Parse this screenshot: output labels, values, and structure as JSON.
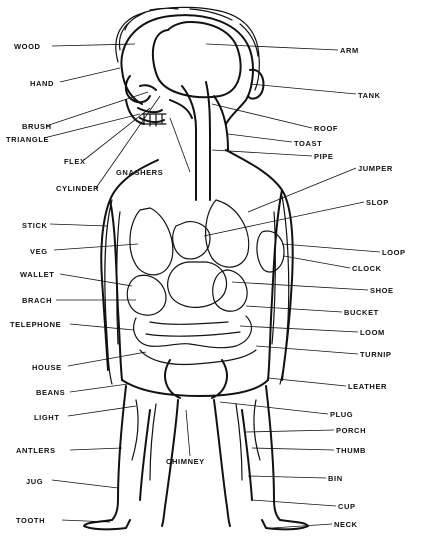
{
  "labels_left": [
    {
      "id": "wood",
      "text": "WOOD"
    },
    {
      "id": "hand",
      "text": "HAND"
    },
    {
      "id": "brush",
      "text": "BRUSH"
    },
    {
      "id": "triangle",
      "text": "TRIANGLE"
    },
    {
      "id": "flex",
      "text": "FLEX"
    },
    {
      "id": "cylinder",
      "text": "CYLINDER"
    },
    {
      "id": "gnashers",
      "text": "GNASHERS"
    },
    {
      "id": "stick",
      "text": "STICK"
    },
    {
      "id": "veg",
      "text": "VEG"
    },
    {
      "id": "wallet",
      "text": "WALLET"
    },
    {
      "id": "brach",
      "text": "BRACH"
    },
    {
      "id": "telephone",
      "text": "TELEPHONE"
    },
    {
      "id": "house",
      "text": "HOUSE"
    },
    {
      "id": "beans",
      "text": "BEANS"
    },
    {
      "id": "light",
      "text": "LIGHT"
    },
    {
      "id": "antlers",
      "text": "ANTLERS"
    },
    {
      "id": "chimney",
      "text": "CHIMNEY"
    },
    {
      "id": "jug",
      "text": "JUG"
    },
    {
      "id": "tooth",
      "text": "TOOTH"
    }
  ],
  "labels_right": [
    {
      "id": "arm",
      "text": "ARM"
    },
    {
      "id": "tank",
      "text": "TANK"
    },
    {
      "id": "roof",
      "text": "ROOF"
    },
    {
      "id": "toast",
      "text": "TOAST"
    },
    {
      "id": "pipe",
      "text": "PIPE"
    },
    {
      "id": "jumper",
      "text": "JUMPER"
    },
    {
      "id": "slop",
      "text": "SLOP"
    },
    {
      "id": "loop",
      "text": "LOOP"
    },
    {
      "id": "clock",
      "text": "CLOCK"
    },
    {
      "id": "shoe",
      "text": "SHOE"
    },
    {
      "id": "bucket",
      "text": "BUCKET"
    },
    {
      "id": "loom",
      "text": "LOOM"
    },
    {
      "id": "turnip",
      "text": "TURNIP"
    },
    {
      "id": "leather",
      "text": "LEATHER"
    },
    {
      "id": "plug",
      "text": "PLUG"
    },
    {
      "id": "porch",
      "text": "PORCH"
    },
    {
      "id": "thumb",
      "text": "THUMB"
    },
    {
      "id": "bin",
      "text": "BIN"
    },
    {
      "id": "cup",
      "text": "CUP"
    },
    {
      "id": "neck",
      "text": "NECK"
    }
  ]
}
